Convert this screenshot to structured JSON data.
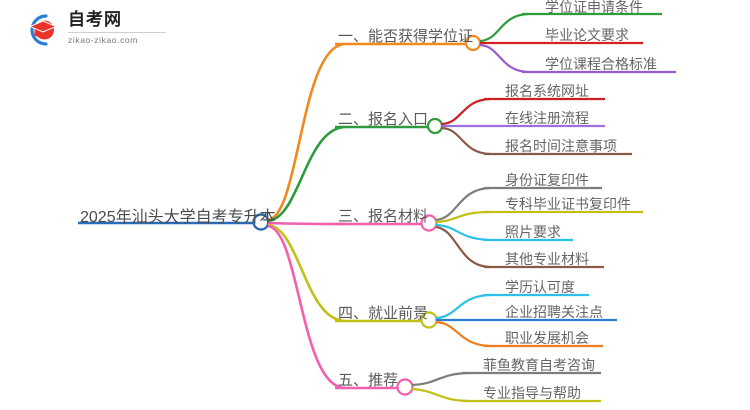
{
  "logo": {
    "name_cn": "自考网",
    "url": "zikao-zikao.com",
    "mark_icon": "graduation-cap-icon",
    "swoosh_color": "#2a7fd4",
    "cap_color": "#e8342a"
  },
  "mindmap": {
    "root": {
      "label": "2025年汕头大学自考专升本",
      "color": "#2a6cb5"
    },
    "branches": [
      {
        "index": "1",
        "label": "一、能否获得学位证",
        "color": "#f08a1e",
        "children": [
          {
            "label": "学位证申请条件",
            "color": "#2e9c3c"
          },
          {
            "label": "毕业论文要求",
            "color": "#d62121"
          },
          {
            "label": "学位课程合格标准",
            "color": "#9a5ccc"
          }
        ]
      },
      {
        "index": "2",
        "label": "二、报名入口",
        "color": "#2e9c3c",
        "children": [
          {
            "label": "报名系统网址",
            "color": "#cc1f22"
          },
          {
            "label": "在线注册流程",
            "color": "#a06fe0"
          },
          {
            "label": "报名时间注意事项",
            "color": "#8a5a47"
          }
        ]
      },
      {
        "index": "3",
        "label": "三、报名材料",
        "color": "#f060ae",
        "children": [
          {
            "label": "身份证复印件",
            "color": "#7d7d7d"
          },
          {
            "label": "专科毕业证书复印件",
            "color": "#c2c017"
          },
          {
            "label": "照片要求",
            "color": "#2ec0e8"
          },
          {
            "label": "其他专业材料",
            "color": "#8a5a47"
          }
        ]
      },
      {
        "index": "4",
        "label": "四、就业前景",
        "color": "#c2c017",
        "children": [
          {
            "label": "学历认可度",
            "color": "#2ec0e8"
          },
          {
            "label": "企业招聘关注点",
            "color": "#2a7fd4"
          },
          {
            "label": "职业发展机会",
            "color": "#f07c1e"
          }
        ]
      },
      {
        "index": "5",
        "label": "五、推荐",
        "color": "#f060ae",
        "children": [
          {
            "label": "菲鱼教育自考咨询",
            "color": "#7d7d7d"
          },
          {
            "label": "专业指导与帮助",
            "color": "#c2c017"
          }
        ]
      }
    ]
  }
}
